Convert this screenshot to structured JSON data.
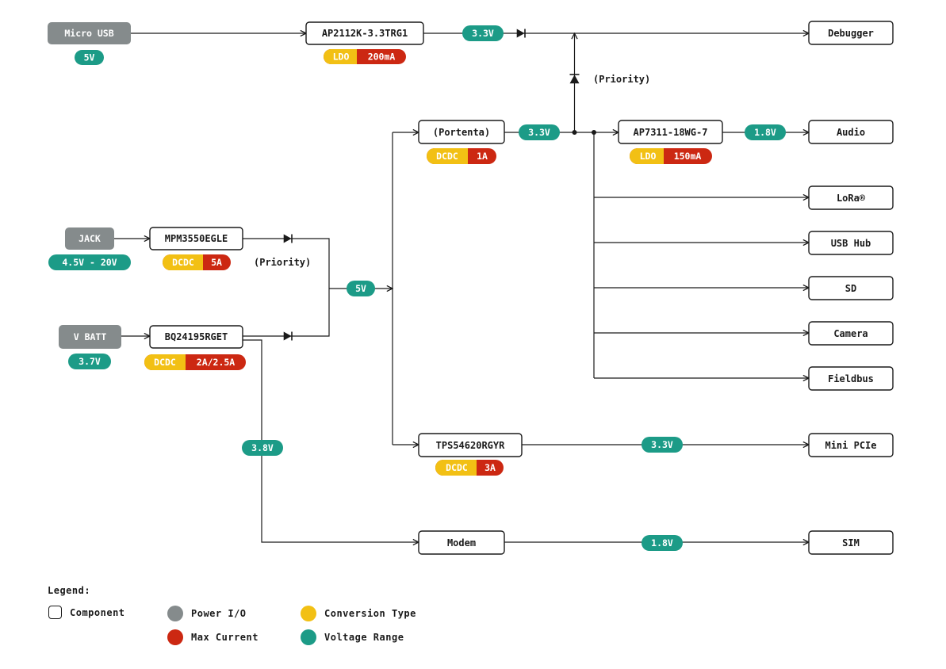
{
  "colors": {
    "power_io": "#858b8c",
    "conversion": "#f2c014",
    "current": "#cc2812",
    "voltage": "#1c9b87",
    "line": "#1a1a1a"
  },
  "power_inputs": [
    {
      "id": "micro-usb",
      "label": "Micro USB",
      "voltage": "5V"
    },
    {
      "id": "jack",
      "label": "JACK",
      "voltage": "4.5V - 20V"
    },
    {
      "id": "vbatt",
      "label": "V BATT",
      "voltage": "3.7V"
    }
  ],
  "components": [
    {
      "id": "ap2112k",
      "label": "AP2112K-3.3TRG1",
      "conversion": "LDO",
      "current": "200mA"
    },
    {
      "id": "mpm3550",
      "label": "MPM3550EGLE",
      "conversion": "DCDC",
      "current": "5A"
    },
    {
      "id": "bq24195",
      "label": "BQ24195RGET",
      "conversion": "DCDC",
      "current": "2A/2.5A"
    },
    {
      "id": "portenta",
      "label": "(Portenta)",
      "conversion": "DCDC",
      "current": "1A"
    },
    {
      "id": "ap7311",
      "label": "AP7311-18WG-7",
      "conversion": "LDO",
      "current": "150mA"
    },
    {
      "id": "tps54620",
      "label": "TPS54620RGYR",
      "conversion": "DCDC",
      "current": "3A"
    },
    {
      "id": "modem",
      "label": "Modem"
    }
  ],
  "outputs": [
    {
      "id": "debugger",
      "label": "Debugger"
    },
    {
      "id": "audio",
      "label": "Audio"
    },
    {
      "id": "lora",
      "label": "LoRa®"
    },
    {
      "id": "usb-hub",
      "label": "USB Hub"
    },
    {
      "id": "sd",
      "label": "SD"
    },
    {
      "id": "camera",
      "label": "Camera"
    },
    {
      "id": "fieldbus",
      "label": "Fieldbus"
    },
    {
      "id": "mini-pcie",
      "label": "Mini PCIe"
    },
    {
      "id": "sim",
      "label": "SIM"
    }
  ],
  "rails": [
    {
      "id": "usb-3v3",
      "label": "3.3V"
    },
    {
      "id": "bus-5v",
      "label": "5V"
    },
    {
      "id": "portenta-3v3",
      "label": "3.3V"
    },
    {
      "id": "audio-1v8",
      "label": "1.8V"
    },
    {
      "id": "pcie-3v3",
      "label": "3.3V"
    },
    {
      "id": "batt-3v8",
      "label": "3.8V"
    },
    {
      "id": "sim-1v8",
      "label": "1.8V"
    }
  ],
  "annotations": {
    "priority_top": "(Priority)",
    "priority_mid": "(Priority)"
  },
  "legend": {
    "title": "Legend:",
    "component": "Component",
    "power_io": "Power I/O",
    "conversion_type": "Conversion Type",
    "max_current": "Max Current",
    "voltage_range": "Voltage Range"
  }
}
